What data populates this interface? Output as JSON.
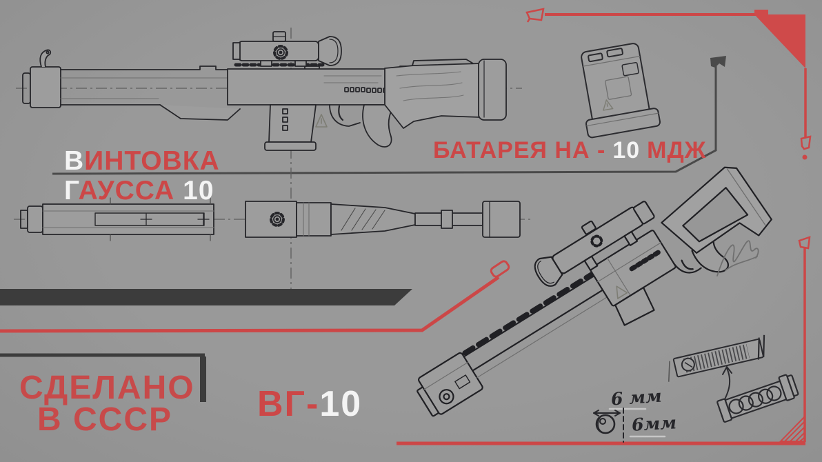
{
  "page": {
    "kind": "weapon-concept-art-sheet",
    "bg_color": "#969696"
  },
  "colors": {
    "accent_red": "#cc4747",
    "text_white": "#f4f4f4",
    "dark_bar": "#3c3c3c",
    "leader_line": "#4a4a4a",
    "sketch_ink": "#26262a"
  },
  "title": {
    "l1_first": "В",
    "l1_rest": "ИНТОВКА",
    "l2_first": "Г",
    "l2_rest": "АУССА",
    "l2_num": "10"
  },
  "battery_label": {
    "pre": "БАТАРЕЯ НА -",
    "num": "10",
    "unit": "МДЖ"
  },
  "model": {
    "pre": "ВГ-",
    "num": "10"
  },
  "made": {
    "l1": "СДЕЛАНО",
    "l2": "В СССР"
  },
  "dims": {
    "bore_width": "6 мм",
    "bore_height": "6мм"
  },
  "artwork": {
    "side_view": "gauss-rifle-side-view-sketch",
    "top_view": "gauss-rifle-top-view-sketch",
    "perspective_view": "gauss-rifle-perspective-sketch",
    "battery": "battery-magazine-sketch",
    "rail_section": "accelerator-rail-section-sketch",
    "coil_section": "coil-stack-section-sketch",
    "bore_note": "bore-diameter-measurement-note",
    "signature": "artist-signature"
  }
}
